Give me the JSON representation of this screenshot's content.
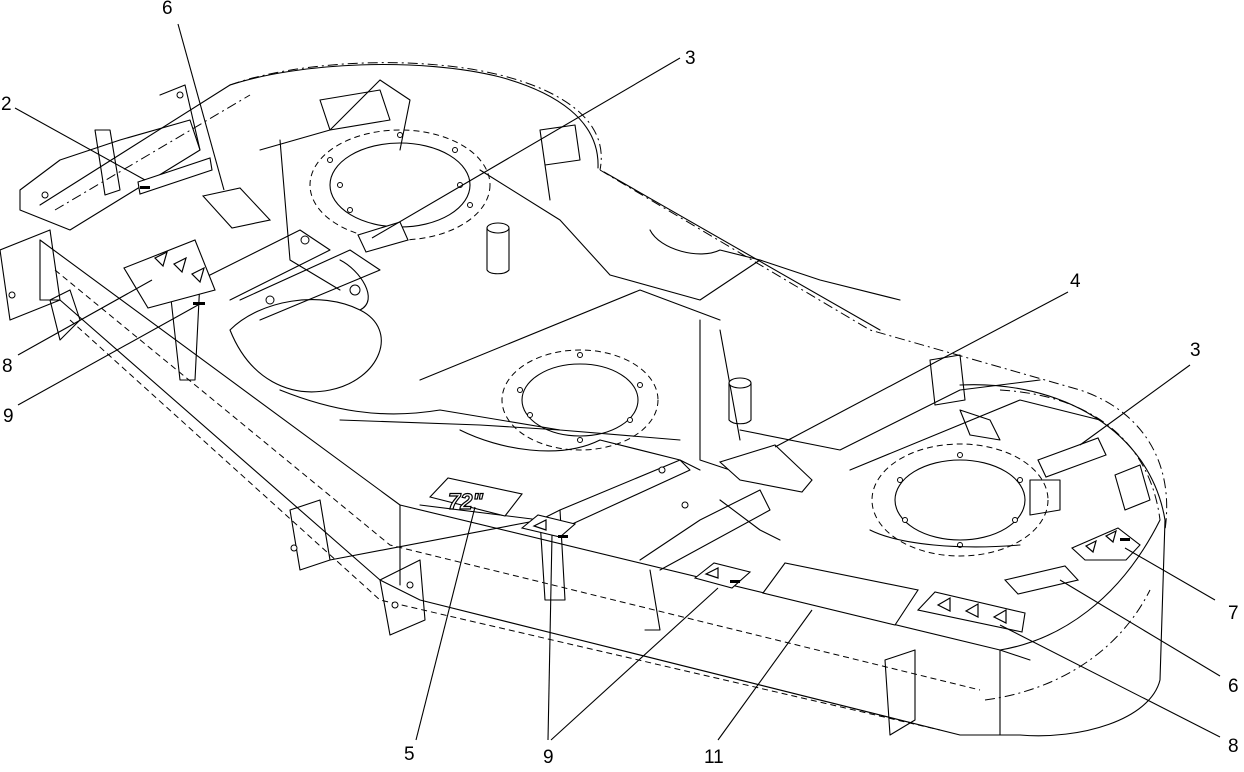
{
  "callouts": {
    "c2": "2",
    "c6_top": "6",
    "c3_top": "3",
    "c8_left": "8",
    "c9_left": "9",
    "c4": "4",
    "c3_right": "3",
    "c7": "7",
    "c6_right": "6",
    "c5": "5",
    "c9_bottom": "9",
    "c11": "11",
    "c8_right": "8"
  },
  "decals": {
    "deck_size_badge": "72\""
  },
  "icons": {
    "warning_triangle": "warning-triangle-icon"
  }
}
